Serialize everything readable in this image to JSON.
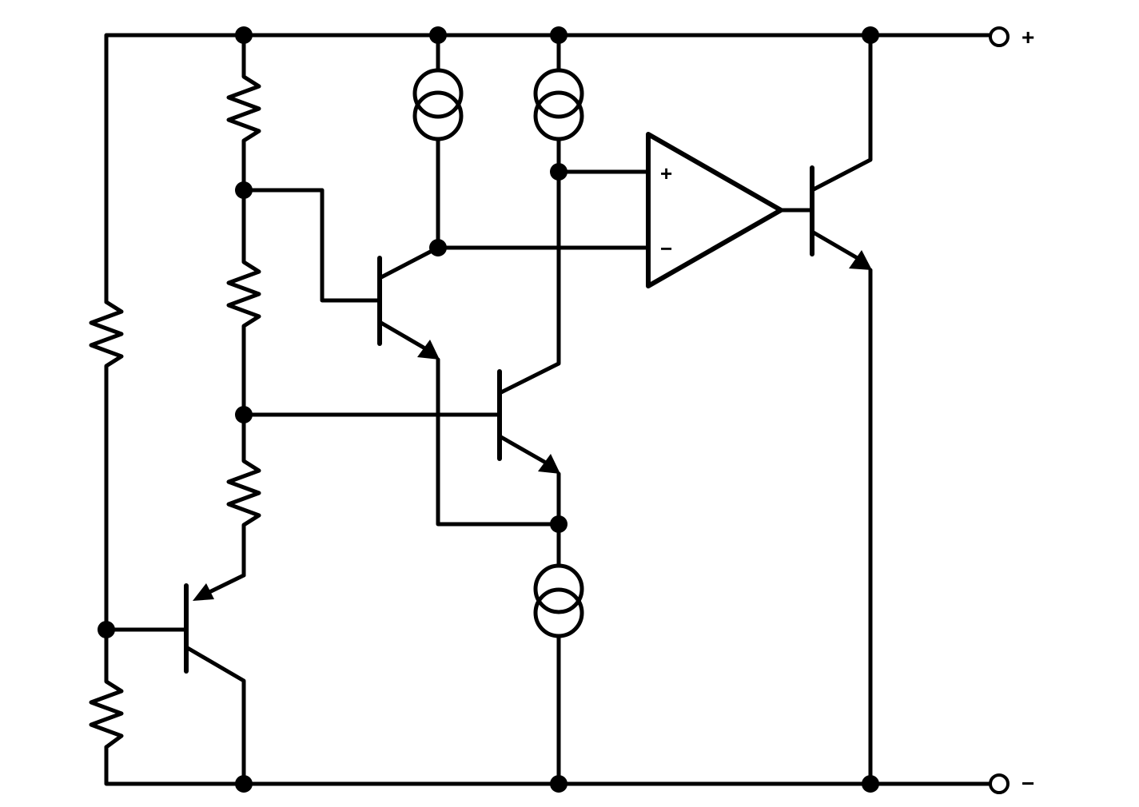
{
  "terminals": {
    "positive_label": "+",
    "negative_label": "−"
  },
  "op_amp": {
    "noninverting_label": "+",
    "inverting_label": "−"
  },
  "components": {
    "resistor_count": 5,
    "current_source_count": 3,
    "npn_transistor_count": 3,
    "pnp_transistor_count": 1,
    "op_amp_count": 1
  },
  "colors": {
    "wire": "#000000",
    "background": "#ffffff"
  }
}
